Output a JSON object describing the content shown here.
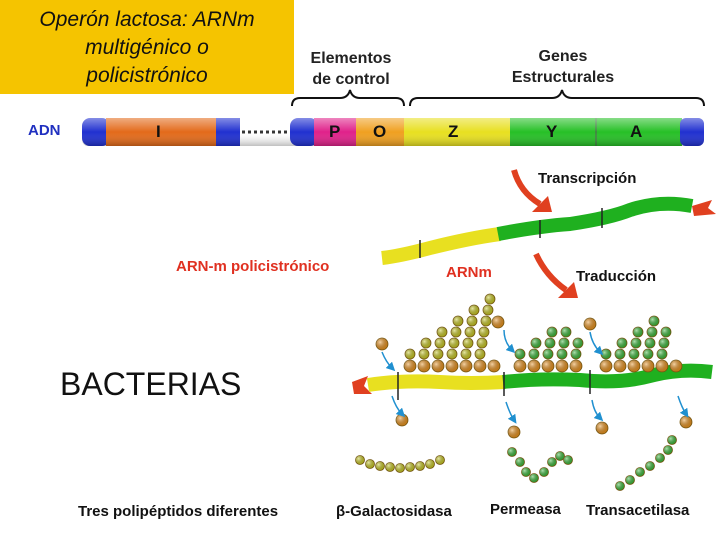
{
  "title": "Operón lactosa: ARNm\nmultigénico o\npolicistrónico",
  "headers": {
    "control": "Elementos\nde control",
    "structural": "Genes\nEstructurales"
  },
  "dna": {
    "label": "ADN",
    "segments": [
      {
        "label": "I",
        "color": "#e36a1a"
      },
      {
        "label": "P",
        "color": "#e0218a"
      },
      {
        "label": "O",
        "color": "#f0a020"
      },
      {
        "label": "Z",
        "color": "#e8e020"
      },
      {
        "label": "Y",
        "color": "#26c026"
      },
      {
        "label": "A",
        "color": "#26c026"
      }
    ],
    "end_color": "#2030d0"
  },
  "process": {
    "transcription": "Transcripción",
    "translation": "Traducción",
    "polycistronic_label": "ARN-m policistrónico",
    "mrna_label": "ARNm"
  },
  "bacteria_label": "BACTERIAS",
  "footer": {
    "three": "Tres polipéptidos diferentes",
    "galactosidase": "β-Galactosidasa",
    "permease": "Permeasa",
    "transacetylase": "Transacetilasa"
  },
  "colors": {
    "title_bg": "#f5c400",
    "label_red": "#e03020",
    "label_blue": "#2030c0",
    "arrow_red": "#e04020",
    "ribosome": "#e8901a",
    "yellow_strand": "#e8e020",
    "green_strand": "#1fb01f"
  }
}
